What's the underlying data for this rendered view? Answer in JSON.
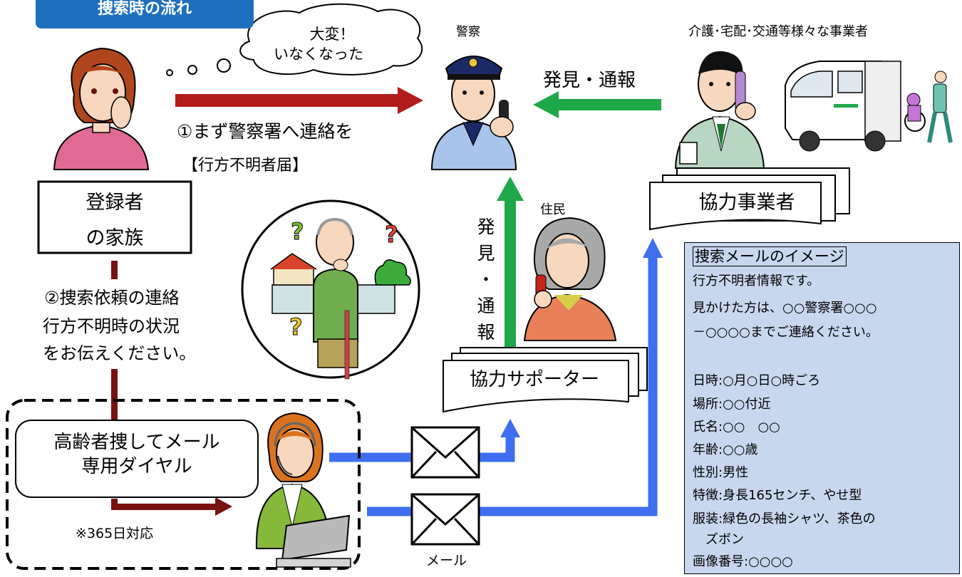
{
  "header": {
    "title": "捜索時の流れ"
  },
  "bubble": {
    "line1": "大変！",
    "line2": "いなくなった"
  },
  "labels": {
    "police": "警察",
    "businesses": "介護･宅配･交通等様々な事業者",
    "resident": "住民",
    "family_line1": "登録者",
    "family_line2": "の家族",
    "cooperating_business": "協力事業者",
    "cooperating_supporter": "協力サポーター",
    "dial_line1": "高齢者捜してメール",
    "dial_line2": "専用ダイヤル",
    "support_365": "※365日対応",
    "mail": "メール"
  },
  "steps": {
    "step1": "①まず警察署へ連絡を",
    "step1_sub": "【行方不明者届】",
    "discover_report": "発見・通報",
    "discover_report_vertical": [
      "発",
      "見",
      "・",
      "通",
      "報"
    ],
    "step2": "②捜索依頼の連絡",
    "step2_line1": "行方不明時の状況",
    "step2_line2": "をお伝えください。"
  },
  "mail_image": {
    "title": "捜索メールのイメージ",
    "lines": [
      "行方不明者情報です。",
      "見かけた方は、○○警察署○○○",
      "－○○○○までご連絡ください。",
      "",
      "日時:○月○日○時ごろ",
      "場所:○○付近",
      "氏名:○○　○○",
      "年齢:○○歳",
      "性別:男性",
      "特徴:身長165センチ、やせ型",
      "服装:緑色の長袖シャツ、茶色の",
      "　ズボン",
      "画像番号:○○○○"
    ]
  },
  "colors": {
    "tab_blue": "#1f6fbf",
    "arrow_red": "#b31b1b",
    "arrow_green": "#1fa84a",
    "arrow_blue": "#3d6ff0",
    "connector_maroon": "#7a1010",
    "info_bg": "#c8d7ee"
  },
  "icons": [
    "woman-worried-icon",
    "police-officer-icon",
    "businessman-phone-icon",
    "welfare-van-icon",
    "elderly-man-lost-icon",
    "resident-woman-phone-icon",
    "operator-headset-icon",
    "envelope-icon"
  ]
}
